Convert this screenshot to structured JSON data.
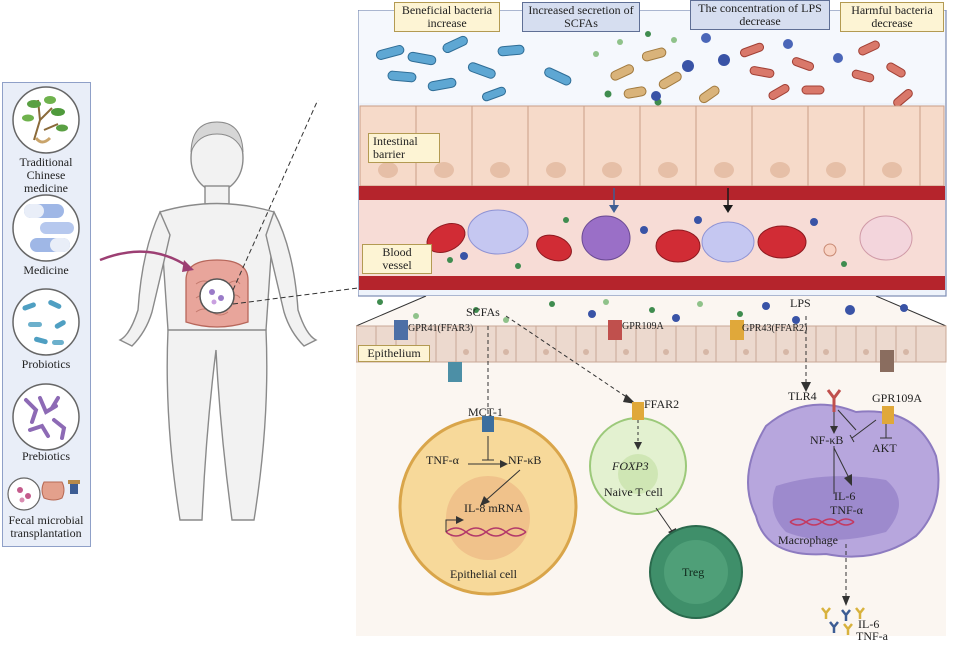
{
  "sidebar": {
    "items": [
      {
        "label": "Traditional Chinese medicine",
        "icon": "herb-icon"
      },
      {
        "label": "Medicine",
        "icon": "capsule-icon"
      },
      {
        "label": "Probiotics",
        "icon": "bacteria-icon"
      },
      {
        "label": "Prebiotics",
        "icon": "fiber-icon"
      },
      {
        "label": "Fecal microbial transplantation",
        "icon": "fmt-icon"
      }
    ]
  },
  "top": {
    "beneficial": "Beneficial bacteria increase",
    "scfa_secretion": "Increased secretion of SCFAs",
    "lps": "The concentration of LPS decrease",
    "harmful": "Harmful bacteria decrease",
    "barrier": "Intestinal barrier",
    "vessel": "Blood vessel"
  },
  "bottom": {
    "scfas": "SCFAs",
    "lps": "LPS",
    "gpr41": "GPR41(FFAR3)",
    "gpr109a_top": "GPR109A",
    "gpr43": "GPR43(FFAR2)",
    "epithelium": "Epithelium",
    "mct1": "MCT-1",
    "tnf": "TNF-α",
    "nfkb": "NF-κB",
    "il8": "IL-8 mRNA",
    "epithelial_cell": "Epithelial cell",
    "ffar2": "FFAR2",
    "foxp3": "FOXP3",
    "naive_t": "Naive T cell",
    "treg": "Treg",
    "tlr4": "TLR4",
    "gpr109a": "GPR109A",
    "mac_nfkb": "NF-κB",
    "akt": "AKT",
    "il6": "IL-6",
    "mac_tnf": "TNF-α",
    "macrophage": "Macrophage",
    "out_il6": "IL-6",
    "out_tnf": "TNF-a"
  }
}
